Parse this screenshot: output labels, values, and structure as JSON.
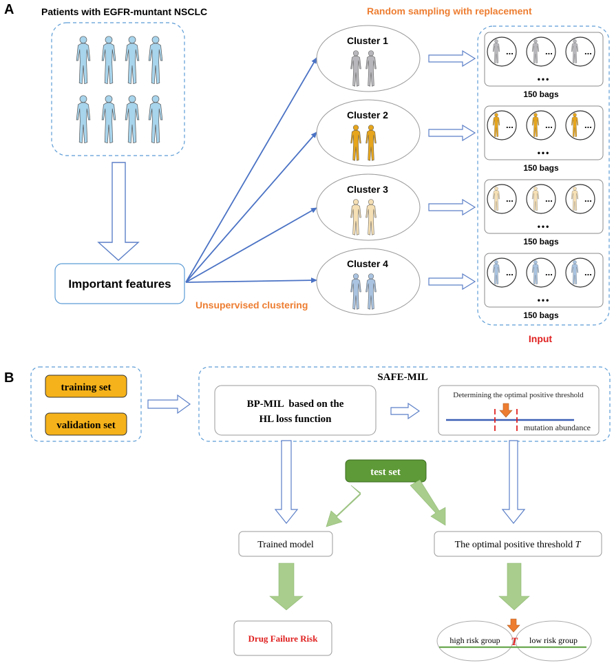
{
  "panel_a": {
    "label": "A",
    "patients_title": "Patients with EGFR-muntant NSCLC",
    "sampling_title": "Random sampling with replacement",
    "important_features": "Important features",
    "unsupervised": "Unsupervised clustering",
    "input_label": "Input",
    "clusters": [
      {
        "name": "Cluster 1",
        "color": "#b8b8bc"
      },
      {
        "name": "Cluster 2",
        "color": "#e6a51c"
      },
      {
        "name": "Cluster 3",
        "color": "#f5dfb4"
      },
      {
        "name": "Cluster 4",
        "color": "#a9c3e0"
      }
    ],
    "bags_label": "150 bags",
    "ellipsis": "...",
    "vdots": "•••"
  },
  "panel_b": {
    "label": "B",
    "training_set": "training set",
    "validation_set": "validation set",
    "safe_mil": "SAFE-MIL",
    "bp_mil_line1": "BP-MIL  based on the",
    "bp_mil_line2": "HL loss function",
    "threshold_title": "Determining the optimal positive threshold",
    "mutation_abundance": "mutation abundance",
    "test_set": "test set",
    "trained_model": "Trained model",
    "optimal_threshold": "The optimal positive threshold",
    "threshold_symbol": "T",
    "drug_failure": "Drug Failure Risk",
    "high_risk": "high risk group",
    "low_risk": "low risk group"
  },
  "colors": {
    "blue_arrow": "#4a72c4",
    "orange_text": "#ed7d31",
    "red_text": "#e02020",
    "patient_blue": "#a8d4ec",
    "gold_box": "#f5b21a",
    "green_box": "#5e9a37",
    "green_arrow": "#a9cd8c"
  }
}
